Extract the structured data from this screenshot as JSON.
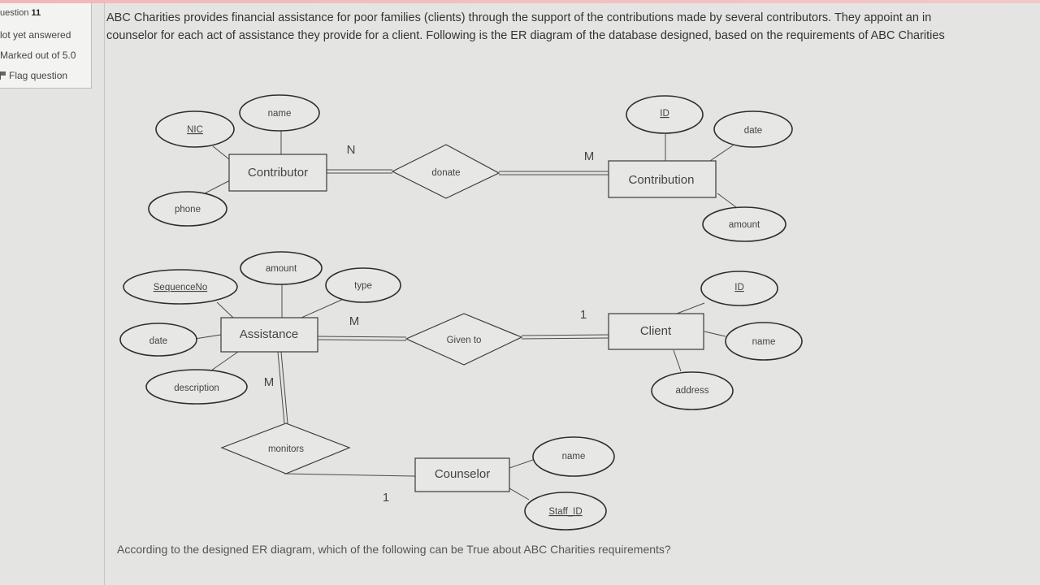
{
  "sidebar": {
    "question_label": "uestion",
    "question_number": "11",
    "state": "lot yet answered",
    "marks": "Marked out of 5.0",
    "flag": "Flag question"
  },
  "question": {
    "line1": "ABC Charities provides financial assistance for poor families (clients) through the support of the contributions made by several contributors. They appoint an in",
    "line2": "counselor for each act of assistance they provide for a client. Following is the ER diagram of the database designed, based on the requirements of ABC Charities",
    "prompt": "According to the designed ER diagram, which of the following can be True about ABC Charities requirements?"
  },
  "diagram": {
    "entities": {
      "contributor": "Contributor",
      "contribution": "Contribution",
      "assistance": "Assistance",
      "client": "Client",
      "counselor": "Counselor"
    },
    "relationships": {
      "donate": "donate",
      "given_to": "Given to",
      "monitors": "monitors"
    },
    "attributes": {
      "contributor_nic": "NIC",
      "contributor_name": "name",
      "contributor_phone": "phone",
      "contribution_id": "ID",
      "contribution_date": "date",
      "contribution_amount": "amount",
      "assistance_sequence": "SequenceNo",
      "assistance_amount": "amount",
      "assistance_type": "type",
      "assistance_date": "date",
      "assistance_description": "description",
      "client_id": "ID",
      "client_name": "name",
      "client_address": "address",
      "counselor_name": "name",
      "counselor_staff_id": "Staff_ID"
    },
    "cardinalities": {
      "donate_contributor": "N",
      "donate_contribution": "M",
      "given_assistance": "M",
      "given_client": "1",
      "monitors_assistance": "M",
      "monitors_counselor": "1"
    }
  }
}
